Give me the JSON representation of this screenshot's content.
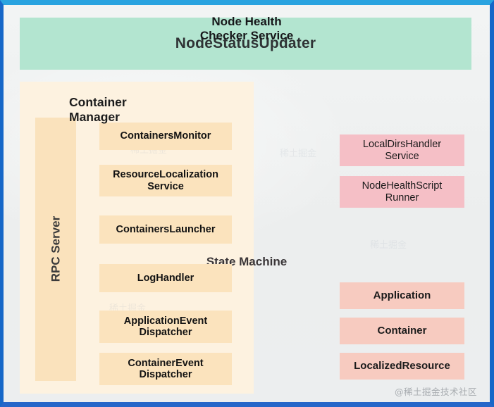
{
  "diagram": {
    "title": "NodeStatusUpdater",
    "top_banner": {
      "label": "NodeStatusUpdater",
      "color": "#b3e5d0"
    },
    "container_manager": {
      "title_line1": "Container",
      "title_line2": "Manager",
      "color": "#fdf2e0",
      "rpc_server": {
        "label": "RPC Server",
        "color": "#fae2bc",
        "orientation": "vertical"
      },
      "items": [
        {
          "label": "ContainersMonitor"
        },
        {
          "label": "ResourceLocalization\nService"
        },
        {
          "label": "ContainersLauncher"
        },
        {
          "label": "LogHandler"
        },
        {
          "label": "ApplicationEvent\nDispatcher"
        },
        {
          "label": "ContainerEvent\nDispatcher"
        }
      ],
      "item_color": "#fbe3bd"
    },
    "node_health_checker": {
      "title_line1": "Node Health",
      "title_line2": "Checker Service",
      "color": "#fbdfe2",
      "item_color": "#f5bfc6",
      "items": [
        {
          "label": "LocalDirsHandler\nService"
        },
        {
          "label": "NodeHealthScript\nRunner"
        }
      ]
    },
    "state_machine": {
      "title": "State Machine",
      "color": "#fbdee1",
      "item_color": "#f7cbc0",
      "items": [
        {
          "label": "Application"
        },
        {
          "label": "Container"
        },
        {
          "label": "LocalizedResource"
        }
      ]
    },
    "watermark": "@稀土掘金技术社区",
    "frame": {
      "border_top_color": "#29a3e0",
      "border_side_color": "#1667c8"
    }
  }
}
